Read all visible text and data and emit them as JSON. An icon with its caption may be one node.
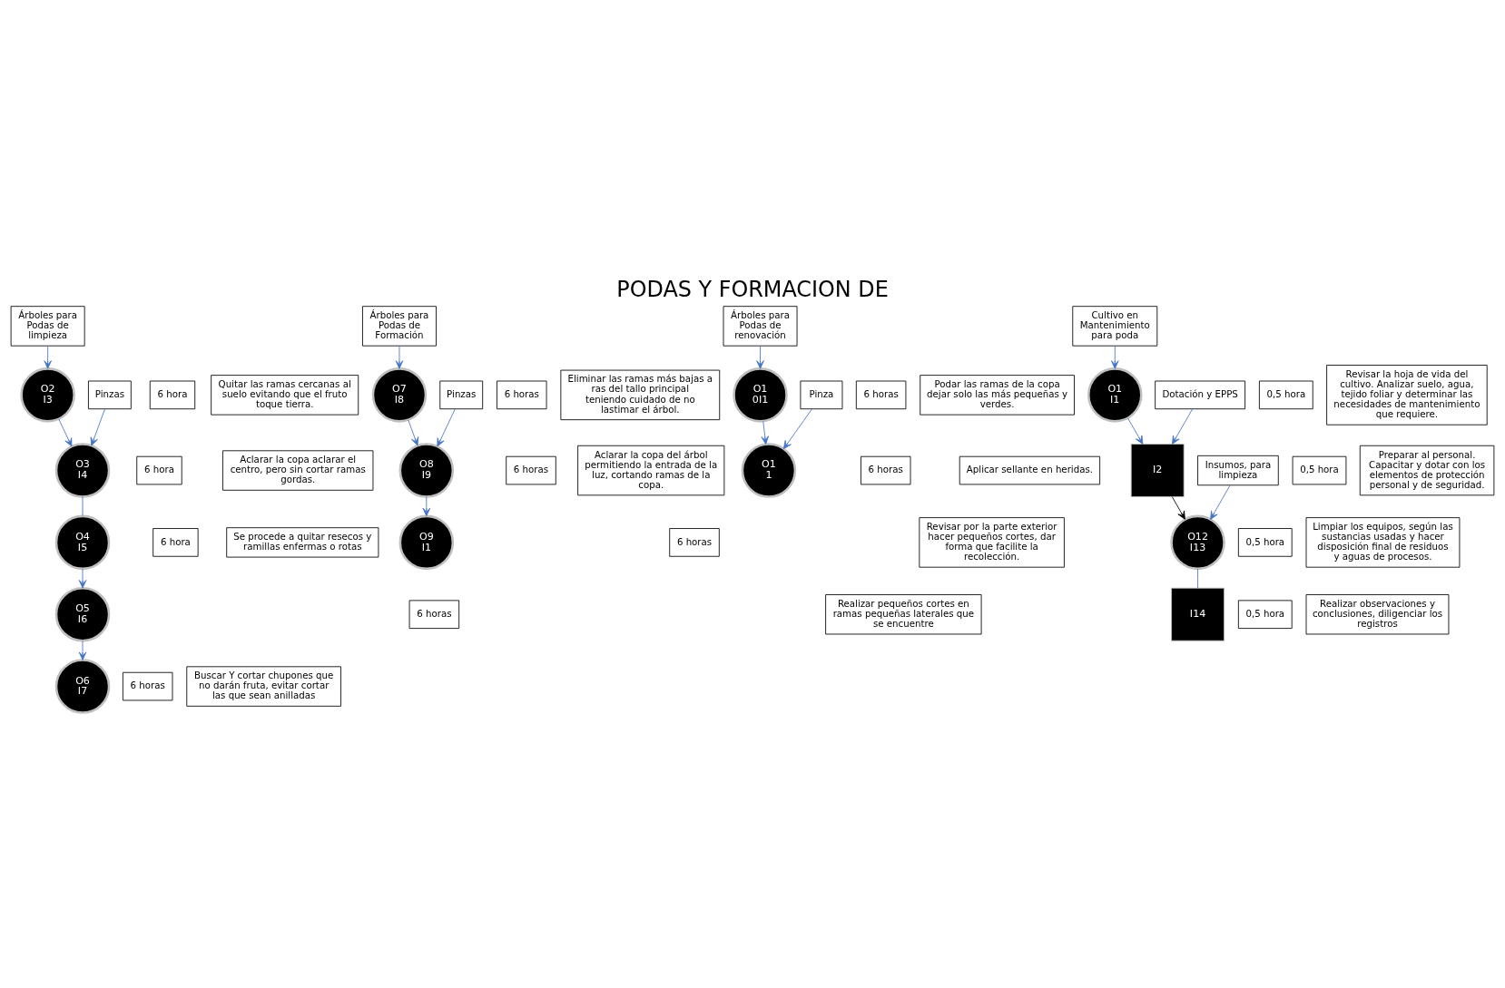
{
  "diagram": {
    "title": "PODAS Y FORMACION DE",
    "nodes": [
      {
        "text": [
          "Árboles para Podas de limpieza"
        ]
      },
      {
        "text": [
          "6 hora"
        ]
      },
      {
        "text": [
          "O2 I3"
        ]
      },
      {
        "text": [
          "Quitar las ramas cercanas al suelo evitando que el fruto toque tierra."
        ]
      },
      {
        "text": [
          "Pinzas"
        ]
      },
      {
        "text": [
          "6 hora"
        ]
      },
      {
        "text": [
          "O3 I4"
        ]
      },
      {
        "text": [
          "Aclarar la copa aclarar el centro, pero sin cortar ramas gordas."
        ]
      },
      {
        "text": [
          "6 hora"
        ]
      },
      {
        "text": [
          "O4 I5"
        ]
      },
      {
        "text": [
          "Se procede a quitar resecos y ramillas enfermas o rotas"
        ]
      },
      {
        "text": [
          "6 horas"
        ]
      },
      {
        "text": [
          "O5 I6"
        ]
      },
      {
        "text": [
          "Realizar pequeños cortes en ramas pequeñas laterales que se encuentre"
        ]
      },
      {
        "text": [
          "6 horas"
        ]
      },
      {
        "text": [
          "O6 I7"
        ]
      },
      {
        "text": [
          "Buscar Y cortar chupones que no darán fruta, evitar cortar las que sean anilladas"
        ]
      },
      {
        "text": [
          "Árboles para Podas de Formación"
        ]
      },
      {
        "text": [
          "6 horas"
        ]
      },
      {
        "text": [
          "O7 I8"
        ]
      },
      {
        "text": [
          "Eliminar las ramas más bajas a ras del tallo principal teniendo cuidado de no lastimar el árbol."
        ]
      },
      {
        "text": [
          "Pinzas"
        ]
      },
      {
        "text": [
          "6 horas"
        ]
      },
      {
        "text": [
          "O8 I9"
        ]
      },
      {
        "text": [
          "Aclarar la copa del árbol permitiendo la entrada de la luz, cortando ramas de la copa."
        ]
      },
      {
        "text": [
          "6 horas"
        ]
      },
      {
        "text": [
          "O9 I1"
        ]
      },
      {
        "text": [
          "Revisar por la parte exterior hacer pequeños cortes, dar forma que facilite la recolección."
        ]
      },
      {
        "text": [
          "Árboles para Podas de renovación"
        ]
      },
      {
        "text": [
          "6 horas"
        ]
      },
      {
        "text": [
          "O1 0I1"
        ]
      },
      {
        "text": [
          "Podar las ramas de la copa dejar solo las más pequeñas y verdes."
        ]
      },
      {
        "text": [
          "Pinza"
        ]
      },
      {
        "text": [
          "6 horas"
        ]
      },
      {
        "text": [
          "O1 1"
        ]
      },
      {
        "text": [
          "Aplicar sellante en heridas."
        ]
      },
      {
        "text": [
          "Cultivo en Mantenimiento para poda"
        ]
      },
      {
        "text": [
          "0,5 hora"
        ]
      },
      {
        "text": [
          "O1 I1"
        ]
      },
      {
        "text": [
          "Revisar la hoja de vida del cultivo. Analizar suelo, agua, tejido foliar y determinar las necesidades de mantenimiento que requiere."
        ]
      },
      {
        "text": [
          "Dotación y EPPS"
        ]
      },
      {
        "text": [
          "0,5 hora"
        ]
      },
      {
        "text": [
          "I2"
        ]
      },
      {
        "text": [
          "Preparar al personal. Capacitar y dotar con los elementos de protección personal y de seguridad."
        ]
      },
      {
        "text": [
          "Insumos, para limpieza"
        ]
      },
      {
        "text": [
          "0,5 hora"
        ]
      },
      {
        "text": [
          "O12 I13"
        ]
      },
      {
        "text": [
          "Limpiar los equipos, según las sustancias usadas y hacer disposición final de residuos y aguas de procesos."
        ]
      },
      {
        "text": [
          "0,5 hora"
        ]
      },
      {
        "text": [
          "I14"
        ]
      },
      {
        "text": [
          "Realizar observaciones y conclusiones, diligenciar los registros"
        ]
      }
    ],
    "edges": [
      {
        "from": 0,
        "to": 2,
        "arrow": "to"
      },
      {
        "from": 2,
        "to": 6,
        "arrow": "to"
      },
      {
        "from": 4,
        "to": 6,
        "arrow": "to"
      },
      {
        "from": 6,
        "to": 9,
        "arrow": "none"
      },
      {
        "from": 9,
        "to": 12,
        "arrow": "to"
      },
      {
        "from": 12,
        "to": 15,
        "arrow": "to"
      },
      {
        "from": 17,
        "to": 19,
        "arrow": "to"
      },
      {
        "from": 19,
        "to": 23,
        "arrow": "to"
      },
      {
        "from": 21,
        "to": 23,
        "arrow": "to"
      },
      {
        "from": 23,
        "to": 26,
        "arrow": "to"
      },
      {
        "from": 28,
        "to": 30,
        "arrow": "to"
      },
      {
        "from": 30,
        "to": 34,
        "arrow": "to"
      },
      {
        "from": 32,
        "to": 34,
        "arrow": "to"
      },
      {
        "from": 36,
        "to": 38,
        "arrow": "to"
      },
      {
        "from": 38,
        "to": 42,
        "arrow": "to"
      },
      {
        "from": 40,
        "to": 42,
        "arrow": "to"
      },
      {
        "from": 42,
        "to": 46,
        "arrow": "to",
        "color": "#000000"
      },
      {
        "from": 44,
        "to": 46,
        "arrow": "to"
      },
      {
        "from": 46,
        "to": 49,
        "arrow": "none"
      }
    ]
  }
}
